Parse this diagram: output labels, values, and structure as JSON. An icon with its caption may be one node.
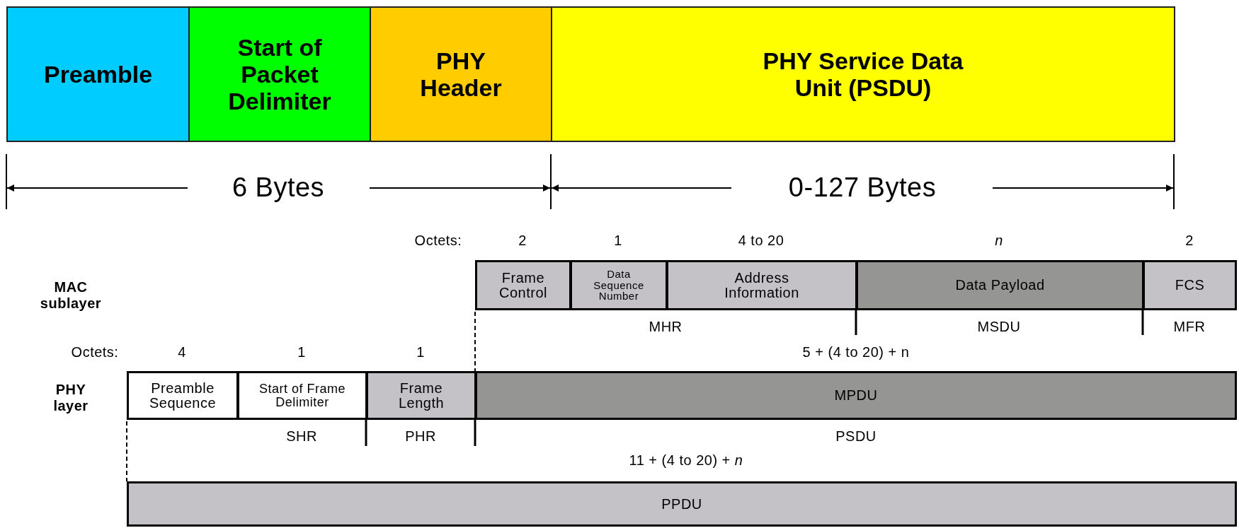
{
  "diagram": {
    "nodes": [
      {
        "text": [
          "Preamble"
        ]
      },
      {
        "text": [
          "Start of Packet Delimiter"
        ]
      },
      {
        "text": [
          "PHY Header"
        ]
      },
      {
        "text": [
          "PHY Service Data Unit (PSDU)"
        ]
      },
      {
        "text": [
          "Frame Control"
        ]
      },
      {
        "text": [
          "Data Sequence Number"
        ]
      },
      {
        "text": [
          "Address Information"
        ]
      },
      {
        "text": [
          "Data Payload"
        ]
      },
      {
        "text": [
          "FCS"
        ]
      },
      {
        "text": [
          "Preamble Sequence"
        ]
      },
      {
        "text": [
          "Start of Frame Delimiter"
        ]
      },
      {
        "text": [
          "Frame Length"
        ]
      },
      {
        "text": [
          "MPDU"
        ]
      },
      {
        "text": [
          "PPDU"
        ]
      }
    ],
    "edges": [],
    "labels": [
      "6 Bytes",
      "0-127 Bytes",
      "Octets:",
      "2",
      "1",
      "4 to 20",
      "n",
      "2",
      "MAC sublayer",
      "MHR",
      "MSDU",
      "MFR",
      "Octets:",
      "4",
      "1",
      "1",
      "5 + (4 to 20) + n",
      "PHY layer",
      "SHR",
      "PHR",
      "PSDU",
      "11 + (4 to 20) + *n*"
    ]
  }
}
